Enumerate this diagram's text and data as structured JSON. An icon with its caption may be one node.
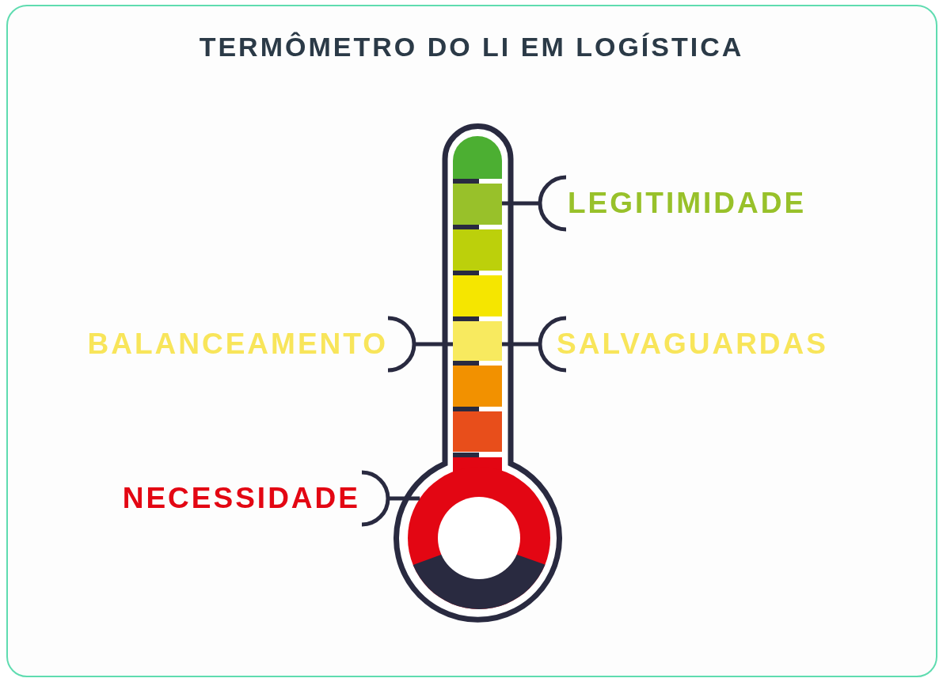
{
  "diagram": {
    "title": "TERMÔMETRO DO LI EM LOGÍSTICA",
    "nodes": [
      {
        "text": [
          "LEGITIMIDADE"
        ]
      },
      {
        "text": [],
        "shape": "bar"
      },
      {
        "text": [
          "BALANCEAMENTO"
        ]
      },
      {
        "text": [
          "SALVAGUARDAS"
        ]
      },
      {
        "text": [],
        "shape": "bar"
      },
      {
        "text": [
          "NECESSIDADE"
        ]
      },
      {
        "text": [],
        "shape": "circle"
      }
    ],
    "edges": [
      {
        "from": 0,
        "to": 1,
        "arrow": "none"
      },
      {
        "from": 2,
        "to": 4,
        "arrow": "none"
      },
      {
        "from": 3,
        "to": 4,
        "arrow": "none"
      },
      {
        "from": 5,
        "to": 6,
        "arrow": "none"
      }
    ]
  }
}
